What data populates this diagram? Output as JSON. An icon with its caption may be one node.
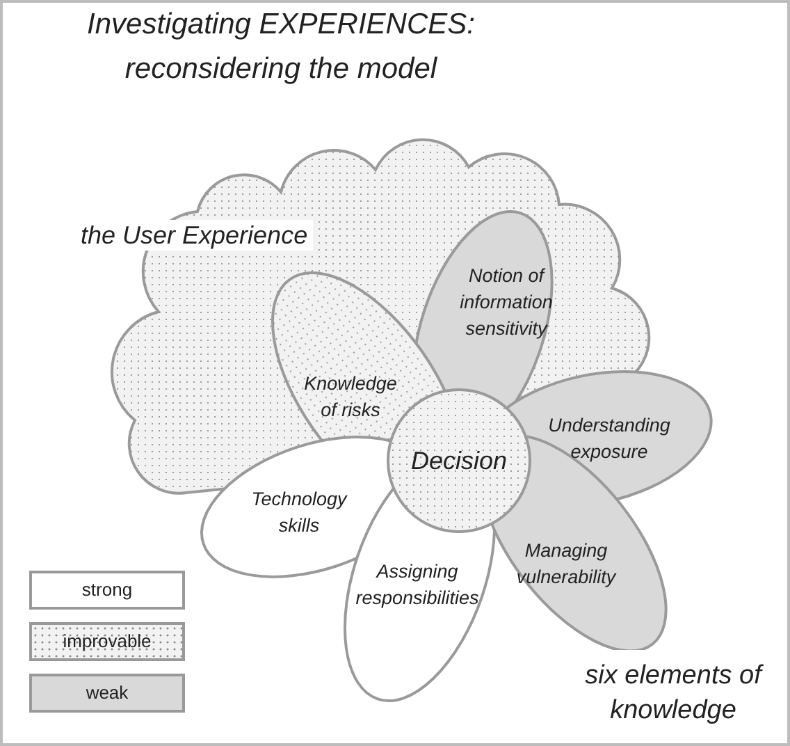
{
  "diagram": {
    "title": "Investigating EXPERIENCES: reconsidering the model",
    "nodes": [
      {
        "text": [
          "the User Experience"
        ]
      },
      {
        "text": [
          "Knowledge of risks"
        ]
      },
      {
        "text": [
          "Technology skills"
        ]
      },
      {
        "text": [
          "Assigning responsibilities"
        ]
      },
      {
        "text": [
          "Notion of information sensitivity"
        ],
        "in": 0
      },
      {
        "text": [
          "Understanding exposure"
        ]
      },
      {
        "text": [
          "Managing vulnerability"
        ]
      },
      {
        "text": [
          "Decision"
        ]
      }
    ],
    "labels": [
      "six elements of knowledge"
    ],
    "legend": [
      {
        "text": "strong",
        "color": "#ffffff"
      },
      {
        "text": "improvable",
        "color": "#f2f2f2"
      },
      {
        "text": "weak",
        "color": "#d9d9d9"
      }
    ]
  }
}
